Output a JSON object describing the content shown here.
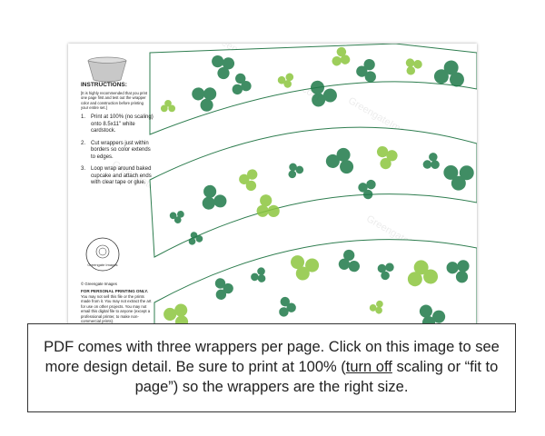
{
  "sheet": {
    "instructions_title": "INSTRUCTIONS:",
    "instructions_note": "[It is highly recommended that you print one page first and test out the wrapper color and construction before printing your entire set.]",
    "steps": [
      {
        "num": "1.",
        "text": "Print at 100% (no scaling) onto 8.5x11\" white cardstock."
      },
      {
        "num": "2.",
        "text": "Cut wrappers just within borders so color extends to edges."
      },
      {
        "num": "3.",
        "text": "Loop wrap around baked cupcake and attach ends with clear tape or glue."
      }
    ],
    "seal_text": "Greengate Images",
    "copyright": "© Greengate Images",
    "license_title": "FOR PERSONAL PRINTING ONLY.",
    "license_text": "You may not sell this file or the prints made from it. You may not extract the art for use on other projects. You may not email this digital file to anyone (except a professional printer, to make non-commercial prints).",
    "watermark": "GreengateImages.Etsy.com"
  },
  "caption": {
    "part1": "PDF comes with three wrappers per page. Click on this image to see more design detail. Be sure to print at 100% (",
    "link": "turn off",
    "part2": " scaling or “fit to page”) so the wrappers are the right size."
  },
  "colors": {
    "clover_dark": "#1f7a4a",
    "clover_light": "#8cc63f",
    "border": "#2e7d4f"
  }
}
